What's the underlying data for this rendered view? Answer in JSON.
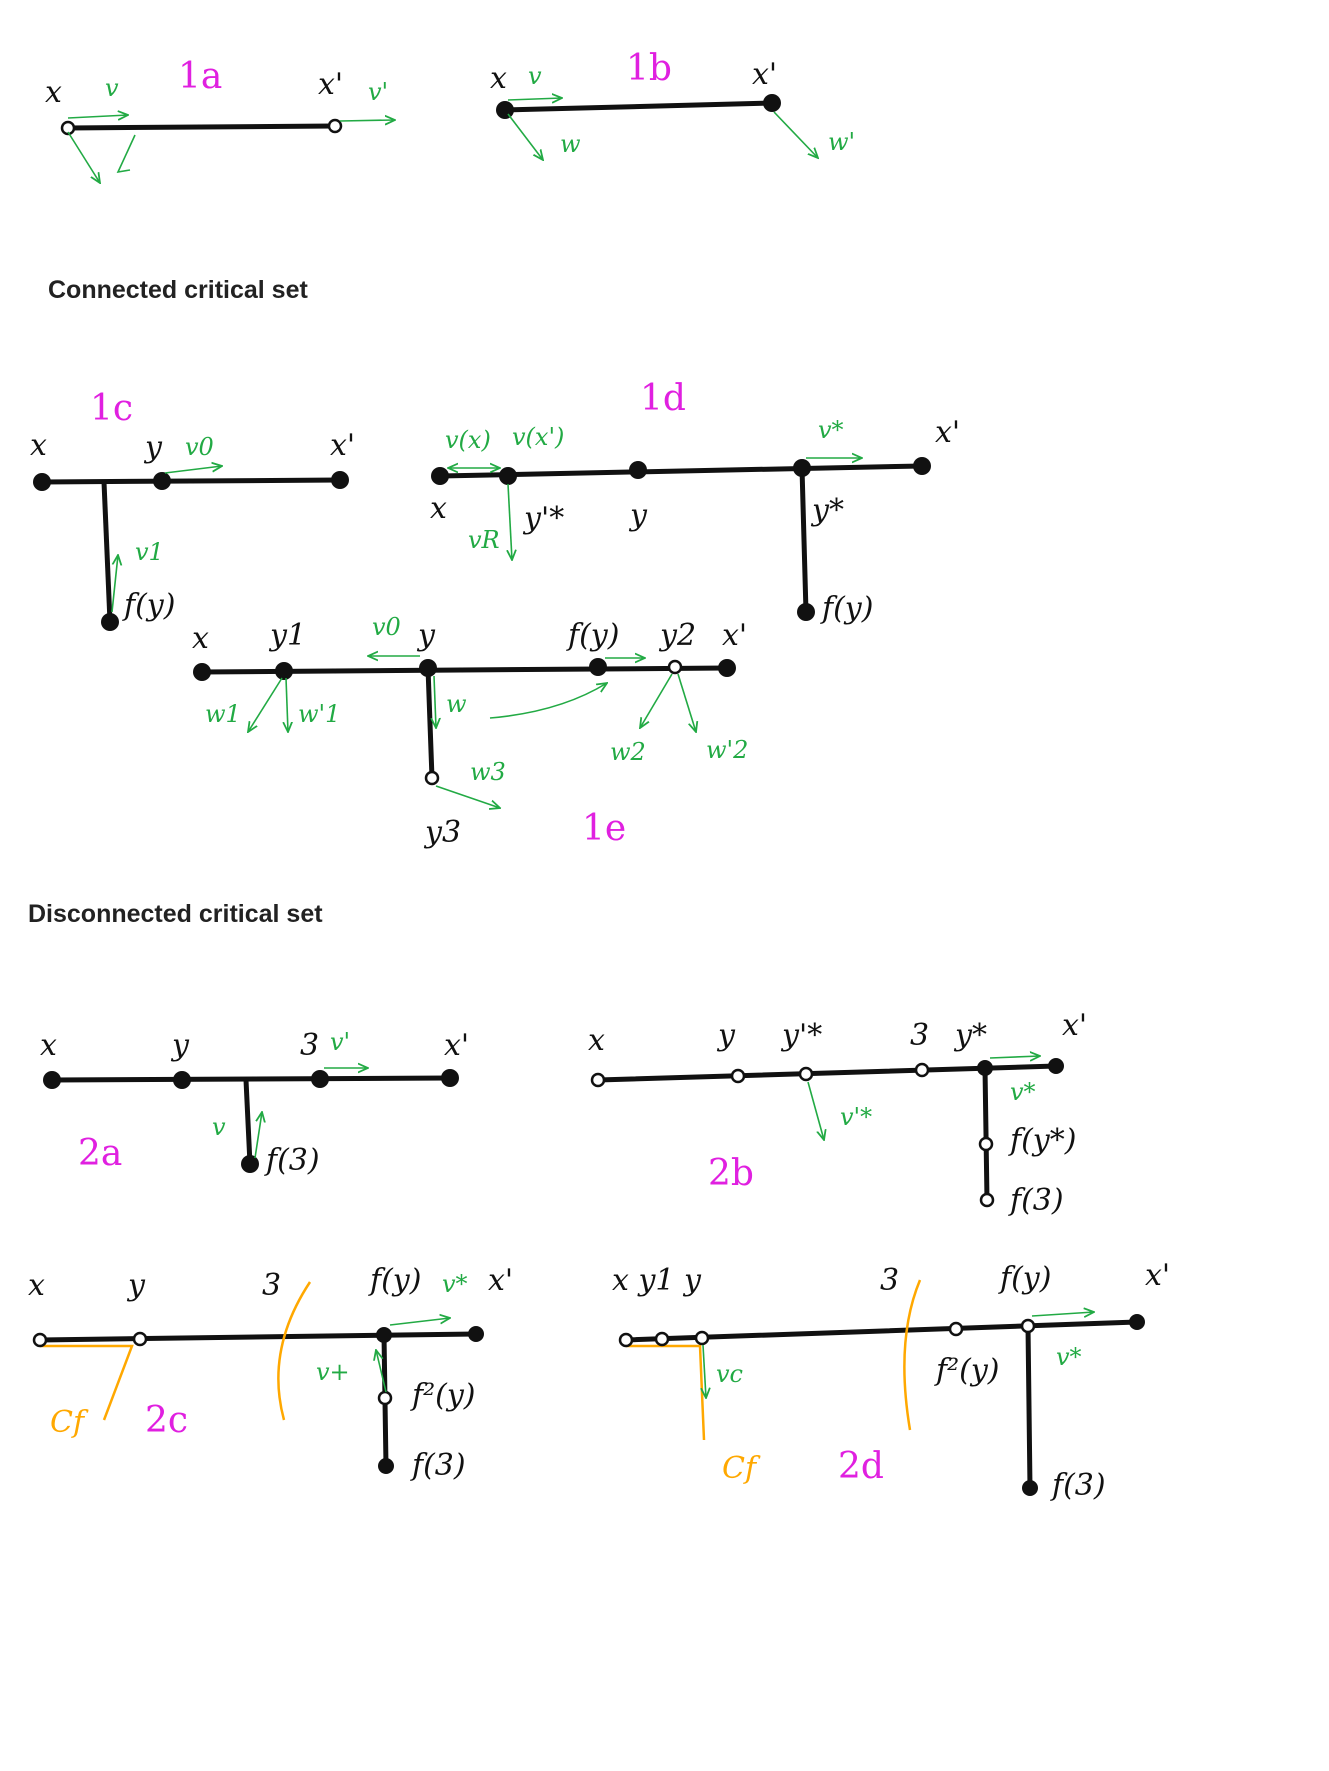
{
  "headings": {
    "connected": "Connected critical set",
    "disconnected": "Disconnected critical set"
  },
  "figures": {
    "f1a": "1a",
    "f1b": "1b",
    "f1c": "1c",
    "f1d": "1d",
    "f1e": "1e",
    "f2a": "2a",
    "f2b": "2b",
    "f2c": "2c",
    "f2d": "2d"
  },
  "labels": {
    "x": "x",
    "xp": "x'",
    "y": "y",
    "y1": "y1",
    "y2": "y2",
    "y3": "y3",
    "ystar": "y*",
    "ystarp": "y'*",
    "z": "3",
    "xy1y": "x y1 y",
    "fy": "f(y)",
    "fz": "f(3)",
    "fystar": "f(y*)",
    "f2y": "f²(y)",
    "cf": "Cf"
  },
  "vectors": {
    "v": "v",
    "vp": "v'",
    "w": "w",
    "wp": "w'",
    "v0": "v0",
    "v1": "v1",
    "vx": "v(x)",
    "vxp": "v(x')",
    "vstar": "v*",
    "vR": "vR",
    "w1": "w1",
    "w1p": "w'1",
    "w2": "w2",
    "w2p": "w'2",
    "w3": "w3",
    "vstarp": "v'*",
    "vplus": "v+",
    "vc": "vc"
  },
  "colors": {
    "segments": "#111111",
    "vectors": "#22aa44",
    "figure_labels": "#e020e0",
    "critical_set": "#ffa800"
  }
}
